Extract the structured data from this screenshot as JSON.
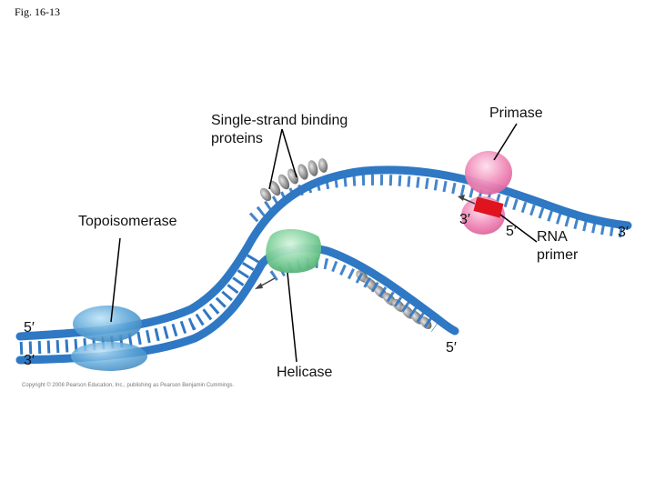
{
  "figure_label": "Fig. 16-13",
  "labels": {
    "single_strand_binding": "Single-strand binding\nproteins",
    "primase": "Primase",
    "topoisomerase": "Topoisomerase",
    "helicase": "Helicase",
    "rna_primer": "RNA\nprimer"
  },
  "ends": {
    "left_top_5": "5′",
    "left_bottom_3": "3′",
    "right_3": "3′",
    "primer_3": "3′",
    "primer_5": "5′",
    "lower_strand_5": "5′"
  },
  "copyright": "Copyright © 2008 Pearson Education, Inc., publishing as Pearson Benjamin Cummings.",
  "colors": {
    "dna_backbone": "#2f78c4",
    "dna_rungs": "#ffffff",
    "topoisomerase": "#5fa7d8",
    "helicase": "#7fcf9a",
    "primase": "#f08ab8",
    "rna_primer": "#e0141e",
    "ssb": "#8a8a8a"
  }
}
